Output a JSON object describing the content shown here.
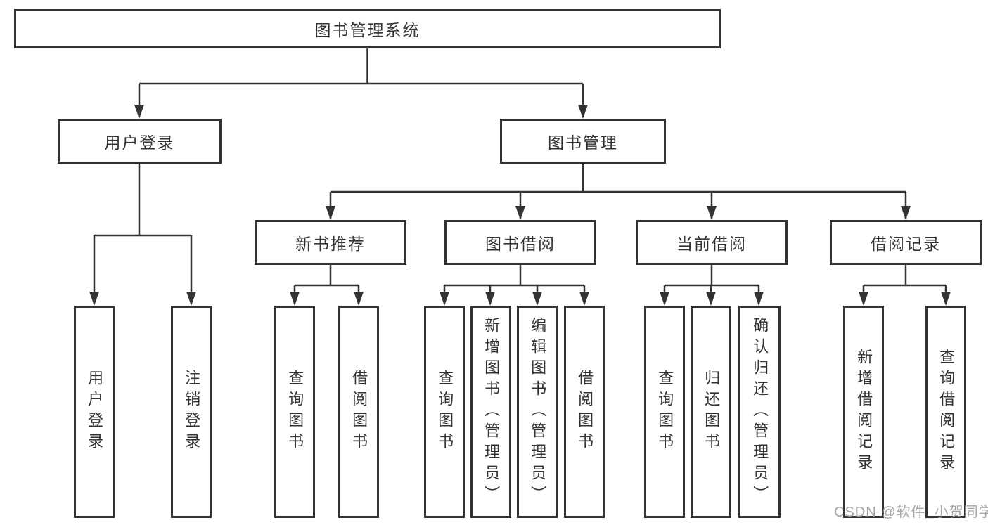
{
  "root": {
    "label": "图书管理系统"
  },
  "level2": {
    "user_login": {
      "label": "用户登录"
    },
    "book_management": {
      "label": "图书管理"
    }
  },
  "level3": {
    "new_book_recommend": {
      "label": "新书推荐"
    },
    "book_borrow": {
      "label": "图书借阅"
    },
    "current_borrow": {
      "label": "当前借阅"
    },
    "borrow_records": {
      "label": "借阅记录"
    }
  },
  "leaves": {
    "user_login_leaf": {
      "label": "用户登录"
    },
    "logout_leaf": {
      "label": "注销登录"
    },
    "query_book_recommend": {
      "label": "查询图书"
    },
    "borrow_book_recommend": {
      "label": "借阅图书"
    },
    "query_book_borrow": {
      "label": "查询图书"
    },
    "add_book_admin": {
      "label": "新增图书（管理员）"
    },
    "edit_book_admin": {
      "label": "编辑图书（管理员）"
    },
    "borrow_book_borrow": {
      "label": "借阅图书"
    },
    "query_book_current": {
      "label": "查询图书"
    },
    "return_book": {
      "label": "归还图书"
    },
    "confirm_return_admin": {
      "label": "确认归还（管理员）"
    },
    "add_borrow_record": {
      "label": "新增借阅记录"
    },
    "query_borrow_record": {
      "label": "查询借阅记录"
    }
  },
  "watermark": {
    "text": "CSDN @软件_小贺同学"
  },
  "colors": {
    "line": "#333333",
    "text": "#333333",
    "background": "#ffffff",
    "watermark": "#9e9e9e"
  }
}
